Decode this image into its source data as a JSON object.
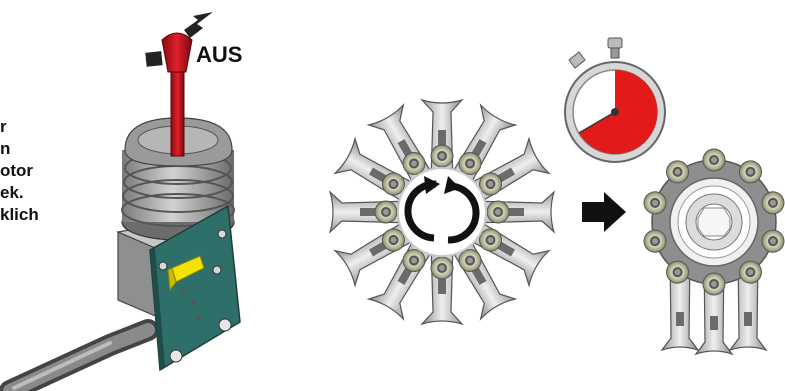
{
  "joystick": {
    "off_label": "AUS"
  },
  "side_text": {
    "lines": [
      "r",
      "n",
      "otor",
      "ek.",
      "klich"
    ]
  },
  "icons": {
    "joystick": "joystick-lever-icon",
    "rotation": "rotate-both-directions-icon",
    "stopwatch": "stopwatch-icon",
    "arrow": "arrow-right-icon",
    "rotor_open": "rotor-blades-open-icon",
    "rotor_closed": "rotor-blades-closed-icon"
  },
  "colors": {
    "lever_red": "#c8141e",
    "stopwatch_red": "#e21a1a",
    "plate_teal": "#2f6f6a",
    "yellow_part": "#f2e300"
  }
}
